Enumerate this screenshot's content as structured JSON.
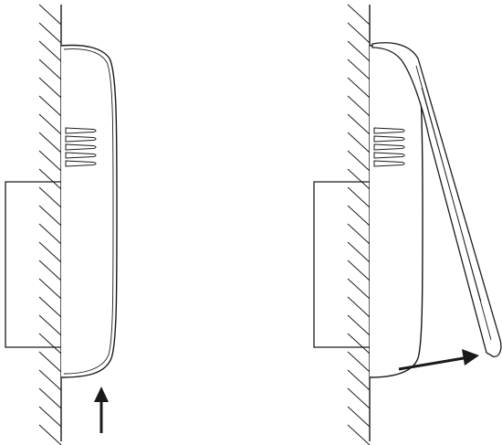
{
  "diagram": {
    "panels": [
      {
        "id": "cover-closed",
        "cover_state": "closed",
        "arrow_direction": "up"
      },
      {
        "id": "cover-open",
        "cover_state": "tilted-open",
        "arrow_direction": "right"
      }
    ],
    "colors": {
      "line": "#1a1a1a",
      "background": "#ffffff"
    }
  }
}
